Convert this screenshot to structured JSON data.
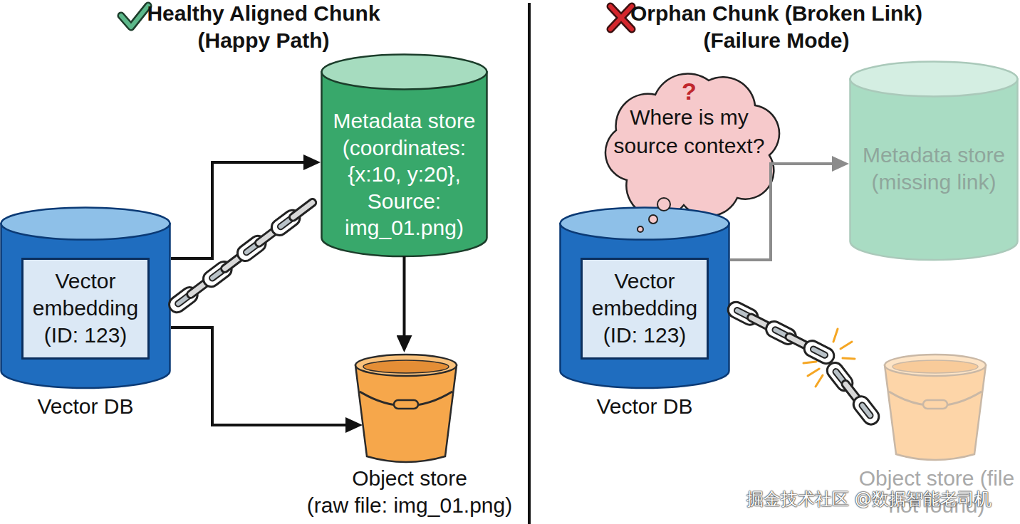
{
  "diagram": {
    "nodes": [
      {
        "text": [
          "Vector DB"
        ]
      },
      {
        "text": [
          "Vector embedding (ID: 123)"
        ],
        "in": 0
      },
      {
        "text": [
          "Metadata store (coordinates: {x:10, y:20}, Source: img_01.png)"
        ]
      },
      {
        "text": [
          "Object store (raw file: img_01.png)"
        ]
      },
      {
        "text": [
          "?",
          "Where is my source context?"
        ]
      },
      {
        "text": [
          "Vector DB"
        ]
      },
      {
        "text": [
          "Vector embedding (ID: 123)"
        ],
        "in": 5
      },
      {
        "text": [
          "Metadata store (missing link)"
        ]
      },
      {
        "text": [
          "Object store (file not found)"
        ]
      }
    ],
    "edges": [
      {
        "from": 0,
        "to": 2,
        "arrow": "to"
      },
      {
        "from": 0,
        "to": 3,
        "arrow": "to"
      },
      {
        "from": 2,
        "to": 3,
        "arrow": "to"
      },
      {
        "from": 5,
        "to": 7,
        "arrow": "to"
      }
    ],
    "labels": [
      "Healthy Aligned Chunk (Happy Path)",
      "Orphan Chunk (Broken Link) (Failure Mode)",
      "掘金技术社区 @数据智能老司机"
    ]
  }
}
